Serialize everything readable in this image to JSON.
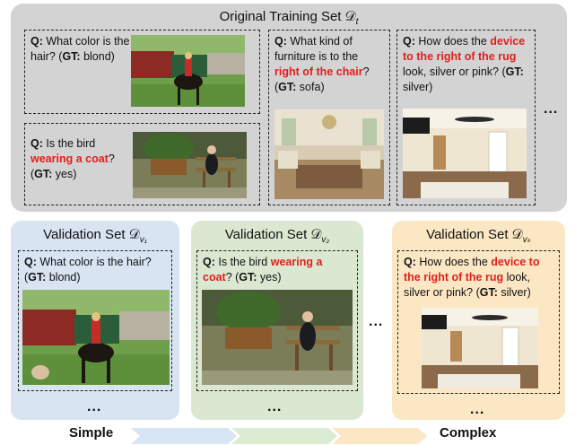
{
  "training": {
    "title": "Original Training Set 𝒟",
    "title_sub": "t",
    "cards": [
      {
        "q": "Q:",
        "text": "What color is the hair?",
        "gt_label": "GT:",
        "gt": "blond"
      },
      {
        "q": "Q:",
        "text_pre": "Is the bird",
        "highlight": "wearing a coat",
        "text_post": "?",
        "gt_label": "GT:",
        "gt": "yes"
      },
      {
        "q": "Q:",
        "text_pre": "What kind of furniture is to the",
        "highlight": "right of the chair",
        "text_post": "?",
        "gt_label": "GT:",
        "gt": "sofa"
      },
      {
        "q": "Q:",
        "text_pre": "How does the",
        "highlight": "device to the right of the rug",
        "text_post": "look, silver or pink?",
        "gt_label": "GT:",
        "gt": "silver"
      }
    ],
    "ellipsis": "..."
  },
  "validation": [
    {
      "title": "Validation Set 𝒟",
      "sub": "v₁",
      "q": "Q:",
      "text": "What color is the hair?",
      "gt_label": "GT:",
      "gt": "blond",
      "ellipsis": "..."
    },
    {
      "title": "Validation Set 𝒟",
      "sub": "v₂",
      "q": "Q:",
      "text_pre": "Is the bird",
      "highlight": "wearing a coat",
      "text_post": "?",
      "gt_label": "GT:",
      "gt": "yes",
      "ellipsis": "..."
    },
    {
      "title": "Validation Set 𝒟",
      "sub": "vₖ",
      "q": "Q:",
      "text_pre": "How does the",
      "highlight": "device to the right of the rug",
      "text_post": "look, silver or pink?",
      "gt_label": "GT:",
      "gt": "silver",
      "ellipsis": "..."
    }
  ],
  "between_ellipsis": "...",
  "progression": {
    "start": "Simple",
    "end": "Complex",
    "colors": [
      "#d6e6f4",
      "#dcecd3",
      "#fbe7c4"
    ]
  },
  "colors": {
    "training_bg": "#d3d3d3",
    "highlight": "#e0201c"
  }
}
